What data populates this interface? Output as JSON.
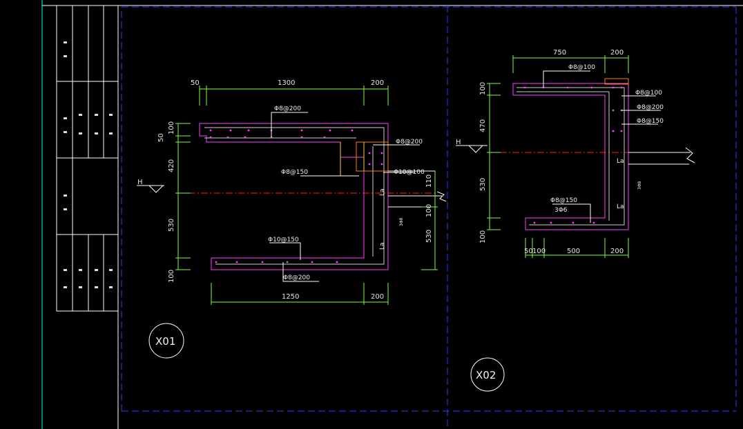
{
  "colors": {
    "background": "#000000",
    "frame": "#ffffff",
    "outer_border": "#00ffff",
    "dash_border": "#2d3cff",
    "dimension": "#80ff40",
    "slab_outline": "#ff40ff",
    "rebar": "#d8d8d8",
    "center_line": "#ff2020",
    "stirrup": "#ff8000"
  },
  "detail_x01": {
    "tag": "X01",
    "level_mark": "H",
    "dims_top": [
      "50",
      "1300",
      "200"
    ],
    "dims_bottom": [
      "1250",
      "200"
    ],
    "dims_left": [
      "100",
      "50",
      "420",
      "530",
      "100"
    ],
    "dims_right": [
      "110",
      "100",
      "530"
    ],
    "rebar_labels": [
      "Φ8@200",
      "Φ8@200",
      "Φ8@150",
      "Φ10@100",
      "Φ10@150",
      "Φ8@200"
    ],
    "anchor_labels": [
      "La",
      "La"
    ],
    "small_mark": "3Φ8"
  },
  "detail_x02": {
    "tag": "X02",
    "level_mark": "H",
    "dims_top": [
      "750",
      "200"
    ],
    "dims_bottom": [
      "50",
      "100",
      "500",
      "200"
    ],
    "dims_left": [
      "100",
      "470",
      "530",
      "100"
    ],
    "rebar_labels": [
      "Φ8@100",
      "Φ8@100",
      "Φ8@200",
      "Φ8@150",
      "Φ8@150",
      "3Φ6"
    ],
    "anchor_labels": [
      "La",
      "La"
    ],
    "small_mark": "3Φ8"
  }
}
